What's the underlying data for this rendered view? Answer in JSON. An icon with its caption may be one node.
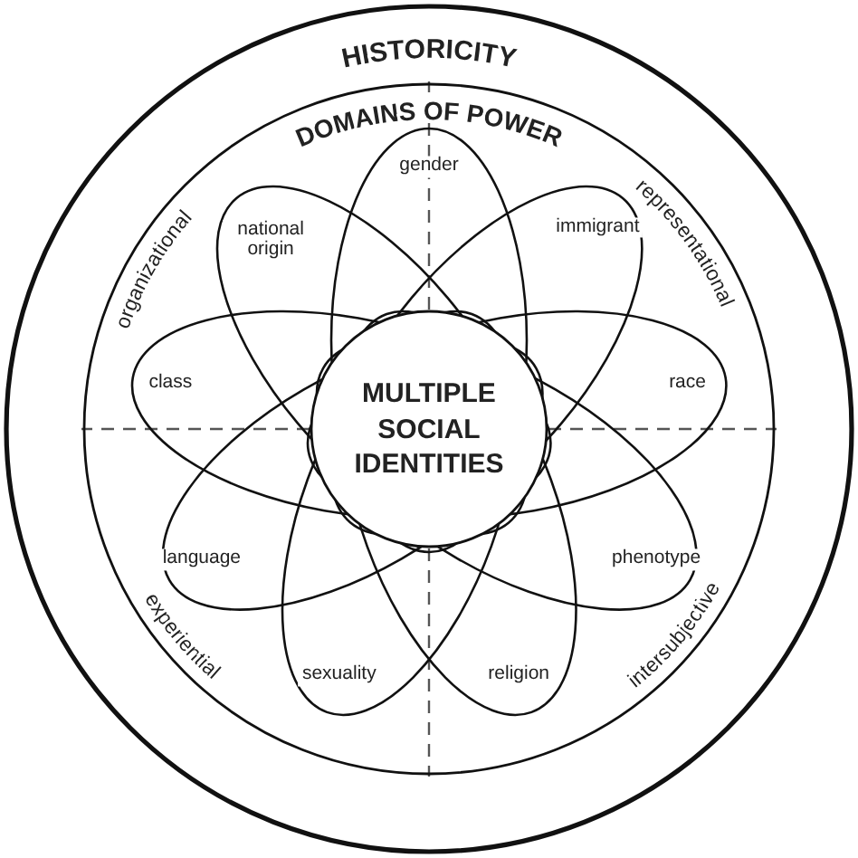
{
  "diagram": {
    "nodes": [
      {
        "text": [
          "HISTORICITY"
        ]
      },
      {
        "text": [
          "DOMAINS OF POWER"
        ],
        "in": 0
      },
      {
        "text": [
          "MULTIPLE SOCIAL IDENTITIES"
        ],
        "in": 1
      },
      {
        "text": [
          "gender"
        ],
        "in": 1
      },
      {
        "text": [
          "immigrant"
        ],
        "in": 1
      },
      {
        "text": [
          "race"
        ],
        "in": 1
      },
      {
        "text": [
          "phenotype"
        ],
        "in": 1
      },
      {
        "text": [
          "religion"
        ],
        "in": 1
      },
      {
        "text": [
          "sexuality"
        ],
        "in": 1
      },
      {
        "text": [
          "language"
        ],
        "in": 1
      },
      {
        "text": [
          "class"
        ],
        "in": 1
      },
      {
        "text": [
          "national origin"
        ],
        "in": 1
      }
    ],
    "labels": [
      "organizational",
      "representational",
      "experiential",
      "intersubjective"
    ]
  }
}
